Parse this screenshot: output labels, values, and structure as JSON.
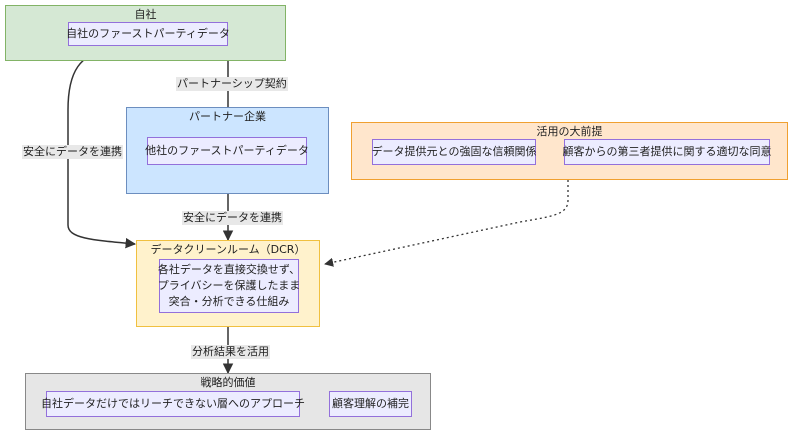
{
  "clusters": {
    "own": {
      "title": "自社",
      "node": "自社のファーストパーティデータ"
    },
    "partner": {
      "title": "パートナー企業",
      "node": "他社のファーストパーティデータ"
    },
    "premise": {
      "title": "活用の大前提",
      "node1": "データ提供元との強固な信頼関係",
      "node2": "顧客からの第三者提供に関する適切な同意"
    },
    "dcr": {
      "title": "データクリーンルーム（DCR）",
      "node_lines": [
        "各社データを直接交換せず、",
        "プライバシーを保護したまま",
        "突合・分析できる仕組み"
      ]
    },
    "strategy": {
      "title": "戦略的価値",
      "node1": "自社データだけではリーチできない層へのアプローチ",
      "node2": "顧客理解の補完"
    }
  },
  "edges": {
    "partnership": "パートナーシップ契約",
    "secure_left": "安全にデータを連携",
    "secure_center": "安全にデータを連携",
    "analysis": "分析結果を活用"
  },
  "colors": {
    "own_fill": "#d5e8d4",
    "own_border": "#82b366",
    "partner_fill": "#cce5ff",
    "partner_border": "#6c8ebf",
    "premise_fill": "#ffe6cc",
    "premise_border": "#f0a030",
    "dcr_fill": "#fff2cc",
    "dcr_border": "#f0c040",
    "strategy_fill": "#e6e6e6",
    "strategy_border": "#888888"
  }
}
